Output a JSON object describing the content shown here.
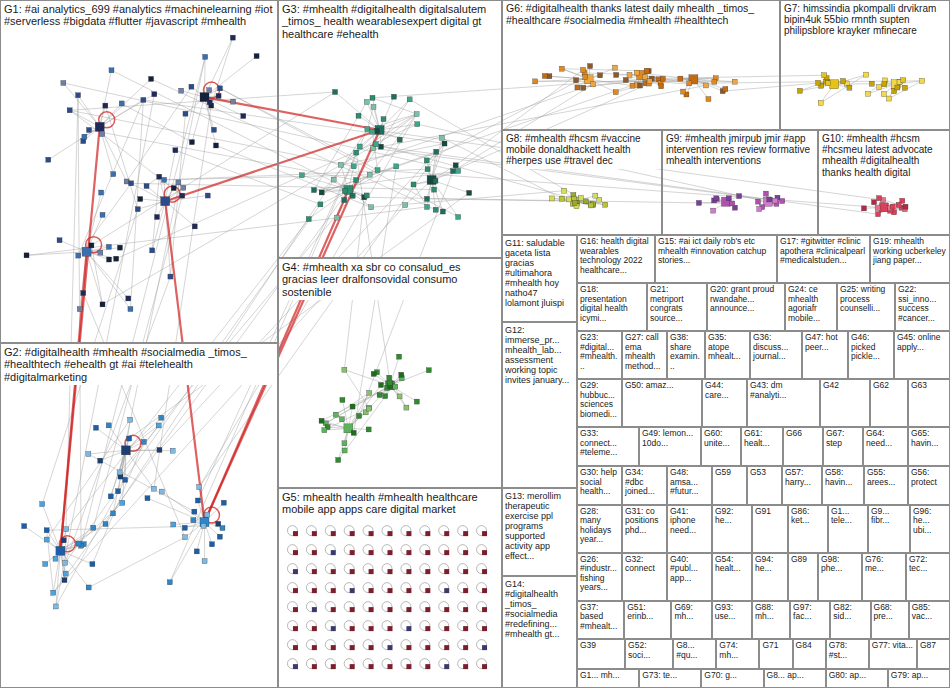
{
  "diagram": {
    "nodes": [
      {
        "text": [
          "G1: #ai analytics_699 #analytics #machinelearning #iot #serverless #bigdata #flutter #javascript #mhealth"
        ]
      },
      {
        "text": [
          "G2: #digitalhealth #mhealth #socialmedia _timos_ #healthtech #ehealth gt #ai #telehealth #digitalmarketing"
        ]
      },
      {
        "text": [
          "G3: #mhealth #digitalhealth digitalsalutem _timos_ health wearablesexpert digital gt healthcare #ehealth"
        ]
      },
      {
        "text": [
          "G4: #mhealth xa sbr co consalud_es gracias leer dralfonsovidal consumo sostenible"
        ]
      },
      {
        "text": [
          "G5: mhealth health #mhealth healthcare mobile app apps care digital market"
        ]
      },
      {
        "text": [
          "G6: #digitalhealth thanks latest daily mhealth _timos_ #healthcare #socialmedia #mhealth #healthtech"
        ]
      },
      {
        "text": [
          "G7: himssindia pkompalli drvikram bipin4uk 55bio rmnth supten philipsblore krayker mfinecare"
        ]
      },
      {
        "text": [
          "G8: #mhealth #hcsm #vaccine mobile donaldhackett health #herpes use #travel dec"
        ]
      },
      {
        "text": [
          "G9: #mhealth jmirpub jmir #app intervention res review formative mhealth interventions"
        ]
      },
      {
        "text": [
          "G10: #mhealth #hcsm #hcsmeu latest advocate mhealth #digitalhealth thanks health digital"
        ]
      },
      {
        "text": [
          "G11: saludable gaceta lista gracias #ultimahora #mhealth hoy natho47 lolamont jluispi"
        ]
      },
      {
        "text": [
          "G12: immerse_pr... mhealth_lab... assessment working topic invites january..."
        ]
      },
      {
        "text": [
          "G13: merollim therapeutic exercise ppl programs supported activity app effect..."
        ]
      },
      {
        "text": [
          "G14: #digitalhealth _timos_ #socialmedia #redefining... #mhealth gt..."
        ]
      },
      {
        "text": [
          "G16: health digital wearables technology 2022 healthcare..."
        ]
      },
      {
        "text": [
          "G15: #ai ict daily rob's etc mhealth #innovation catchup stories..."
        ]
      },
      {
        "text": [
          "G17: #gitwitter #clinic apothera #clinicalpearl #medicalstuden..."
        ]
      },
      {
        "text": [
          "G19: mhealth working ucberkeley jiang paper..."
        ]
      },
      {
        "text": [
          "G18: presentation digital health icymi..."
        ]
      },
      {
        "text": [
          "G21: metriport congrats source..."
        ]
      },
      {
        "text": [
          "G20: grant proud rwandahe... announce..."
        ]
      },
      {
        "text": [
          "G24: ce mhealth agoriafr mobile..."
        ]
      },
      {
        "text": [
          "G25: writing process counselli..."
        ]
      },
      {
        "text": [
          "G22: ssi_inno... success #cancer..."
        ]
      },
      {
        "text": [
          "G23: #digital... #mhealth..."
        ]
      },
      {
        "text": [
          "G27: call ema mhealth method..."
        ]
      },
      {
        "text": [
          "G38: share examin..."
        ]
      },
      {
        "text": [
          "G35: atope mhealt..."
        ]
      },
      {
        "text": [
          "G36: discuss... journal..."
        ]
      },
      {
        "text": [
          "G47: hot peer..."
        ]
      },
      {
        "text": [
          "G46: picked pickle..."
        ]
      },
      {
        "text": [
          "G45: online apply..."
        ]
      },
      {
        "text": [
          "G29: hubbuc... sciences biomedi..."
        ]
      },
      {
        "text": [
          "G50: amaz..."
        ]
      },
      {
        "text": [
          "G44: care..."
        ]
      },
      {
        "text": [
          "G43: dm #analyti..."
        ]
      },
      {
        "text": [
          "G42"
        ]
      },
      {
        "text": [
          "G62"
        ]
      },
      {
        "text": [
          "G63"
        ]
      },
      {
        "text": [
          "G33: connect... #teleme..."
        ]
      },
      {
        "text": [
          "G49: lemon... 10do..."
        ]
      },
      {
        "text": [
          "G60: unite..."
        ]
      },
      {
        "text": [
          "G61: healt..."
        ]
      },
      {
        "text": [
          "G66"
        ]
      },
      {
        "text": [
          "G67: step"
        ]
      },
      {
        "text": [
          "G64: need..."
        ]
      },
      {
        "text": [
          "G65: havin..."
        ]
      },
      {
        "text": [
          "G30: help social health..."
        ]
      },
      {
        "text": [
          "G34: #dbc joined..."
        ]
      },
      {
        "text": [
          "G48: amsa... #futur..."
        ]
      },
      {
        "text": [
          "G59"
        ]
      },
      {
        "text": [
          "G53"
        ]
      },
      {
        "text": [
          "G57: harry..."
        ]
      },
      {
        "text": [
          "G58: havin..."
        ]
      },
      {
        "text": [
          "G55: arees..."
        ]
      },
      {
        "text": [
          "G56: protect"
        ]
      },
      {
        "text": [
          "G28: many holidays year..."
        ]
      },
      {
        "text": [
          "G31: co positions phd..."
        ]
      },
      {
        "text": [
          "G41: iphone need..."
        ]
      },
      {
        "text": [
          "G92: he..."
        ]
      },
      {
        "text": [
          "G91"
        ]
      },
      {
        "text": [
          "G86: ket..."
        ]
      },
      {
        "text": [
          "G1... tele..."
        ]
      },
      {
        "text": [
          "G9... fibr..."
        ]
      },
      {
        "text": [
          "G96: he... ubi..."
        ]
      },
      {
        "text": [
          "G26: #industr... fishing years..."
        ]
      },
      {
        "text": [
          "G32: connect"
        ]
      },
      {
        "text": [
          "G40: #publ... app..."
        ]
      },
      {
        "text": [
          "G54: healt..."
        ]
      },
      {
        "text": [
          "G94: he..."
        ]
      },
      {
        "text": [
          "G89"
        ]
      },
      {
        "text": [
          "G98: phe..."
        ]
      },
      {
        "text": [
          "G76: me..."
        ]
      },
      {
        "text": [
          "G72: tec..."
        ]
      },
      {
        "text": [
          "G37: based #mhealt..."
        ]
      },
      {
        "text": [
          "G51: erinb..."
        ]
      },
      {
        "text": [
          "G69: mh..."
        ]
      },
      {
        "text": [
          "G93: use..."
        ]
      },
      {
        "text": [
          "G88: mh..."
        ]
      },
      {
        "text": [
          "G97: fac..."
        ]
      },
      {
        "text": [
          "G82: sid..."
        ]
      },
      {
        "text": [
          "G68: pre..."
        ]
      },
      {
        "text": [
          "G85: vac..."
        ]
      },
      {
        "text": [
          "G39"
        ]
      },
      {
        "text": [
          "G52: soci..."
        ]
      },
      {
        "text": [
          "G8... #qu..."
        ]
      },
      {
        "text": [
          "G74: mh..."
        ]
      },
      {
        "text": [
          "G71"
        ]
      },
      {
        "text": [
          "G84"
        ]
      },
      {
        "text": [
          "G78: #st..."
        ]
      },
      {
        "text": [
          "G77: vita..."
        ]
      },
      {
        "text": [
          "G87"
        ]
      },
      {
        "text": [
          "G1... mh..."
        ]
      },
      {
        "text": [
          "G73: te..."
        ]
      },
      {
        "text": [
          "G70: g..."
        ]
      },
      {
        "text": [
          "G8... ap..."
        ]
      },
      {
        "text": [
          "G80: ap..."
        ]
      },
      {
        "text": [
          "G79: ap..."
        ]
      }
    ]
  }
}
